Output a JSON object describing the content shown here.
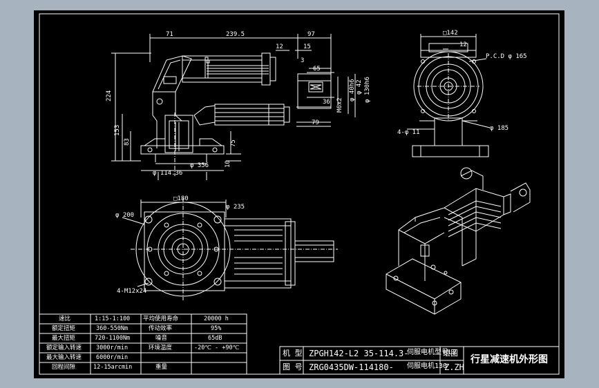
{
  "dimensions": {
    "d71": "71",
    "d2395": "239.5",
    "d97": "97",
    "d12a": "12",
    "d15": "15",
    "d3": "3",
    "d65": "65",
    "d36": "36",
    "d79": "79",
    "d224": "224",
    "d153": "153",
    "d83": "83",
    "d75": "75",
    "d10": "10",
    "phi356": "φ 356",
    "phi11436": "φ 114.36",
    "phi40": "φ 40h6",
    "phi42": "φ 42",
    "phi130": "φ 130h6",
    "m6": "M6x2",
    "sq142": "□142",
    "d12b": "12",
    "pcd": "P.C.D φ 165",
    "phi185": "φ 185",
    "hole4": "4-φ 11",
    "sq180": "□180",
    "phi235": "φ 235",
    "phi200": "φ 200",
    "m12": "4-M12x24"
  },
  "spec_table": {
    "rows": [
      {
        "k1": "速比",
        "v1": "1:15-1:100",
        "k2": "平均使用寿命",
        "v2": "20000 h"
      },
      {
        "k1": "额定扭矩",
        "v1": "360-550Nm",
        "k2": "传动效率",
        "v2": "95%"
      },
      {
        "k1": "最大扭矩",
        "v1": "720-1100Nm",
        "k2": "噪音",
        "v2": "65dB"
      },
      {
        "k1": "额定输入转速",
        "v1": "3000r/min",
        "k2": "环境温度",
        "v2": "-20℃ - +90℃"
      },
      {
        "k1": "最大输入转速",
        "v1": "6000r/min",
        "k2": "",
        "v2": ""
      },
      {
        "k1": "回程间隙",
        "v1": "12-15arcmin",
        "k2": "重量",
        "v2": ""
      }
    ]
  },
  "title_block": {
    "model_label": "机 型",
    "model_value": "ZPGH142-L2 35-114.3-",
    "drawno_label": "图 号",
    "drawno_value": "ZRG0435DW-114180-",
    "overlap1": "伺服电机型号L2",
    "overlap2": "伺服电机130",
    "drawer_label": "绘图",
    "drawer_value": "Z.ZH",
    "title": "行星减速机外形图"
  }
}
